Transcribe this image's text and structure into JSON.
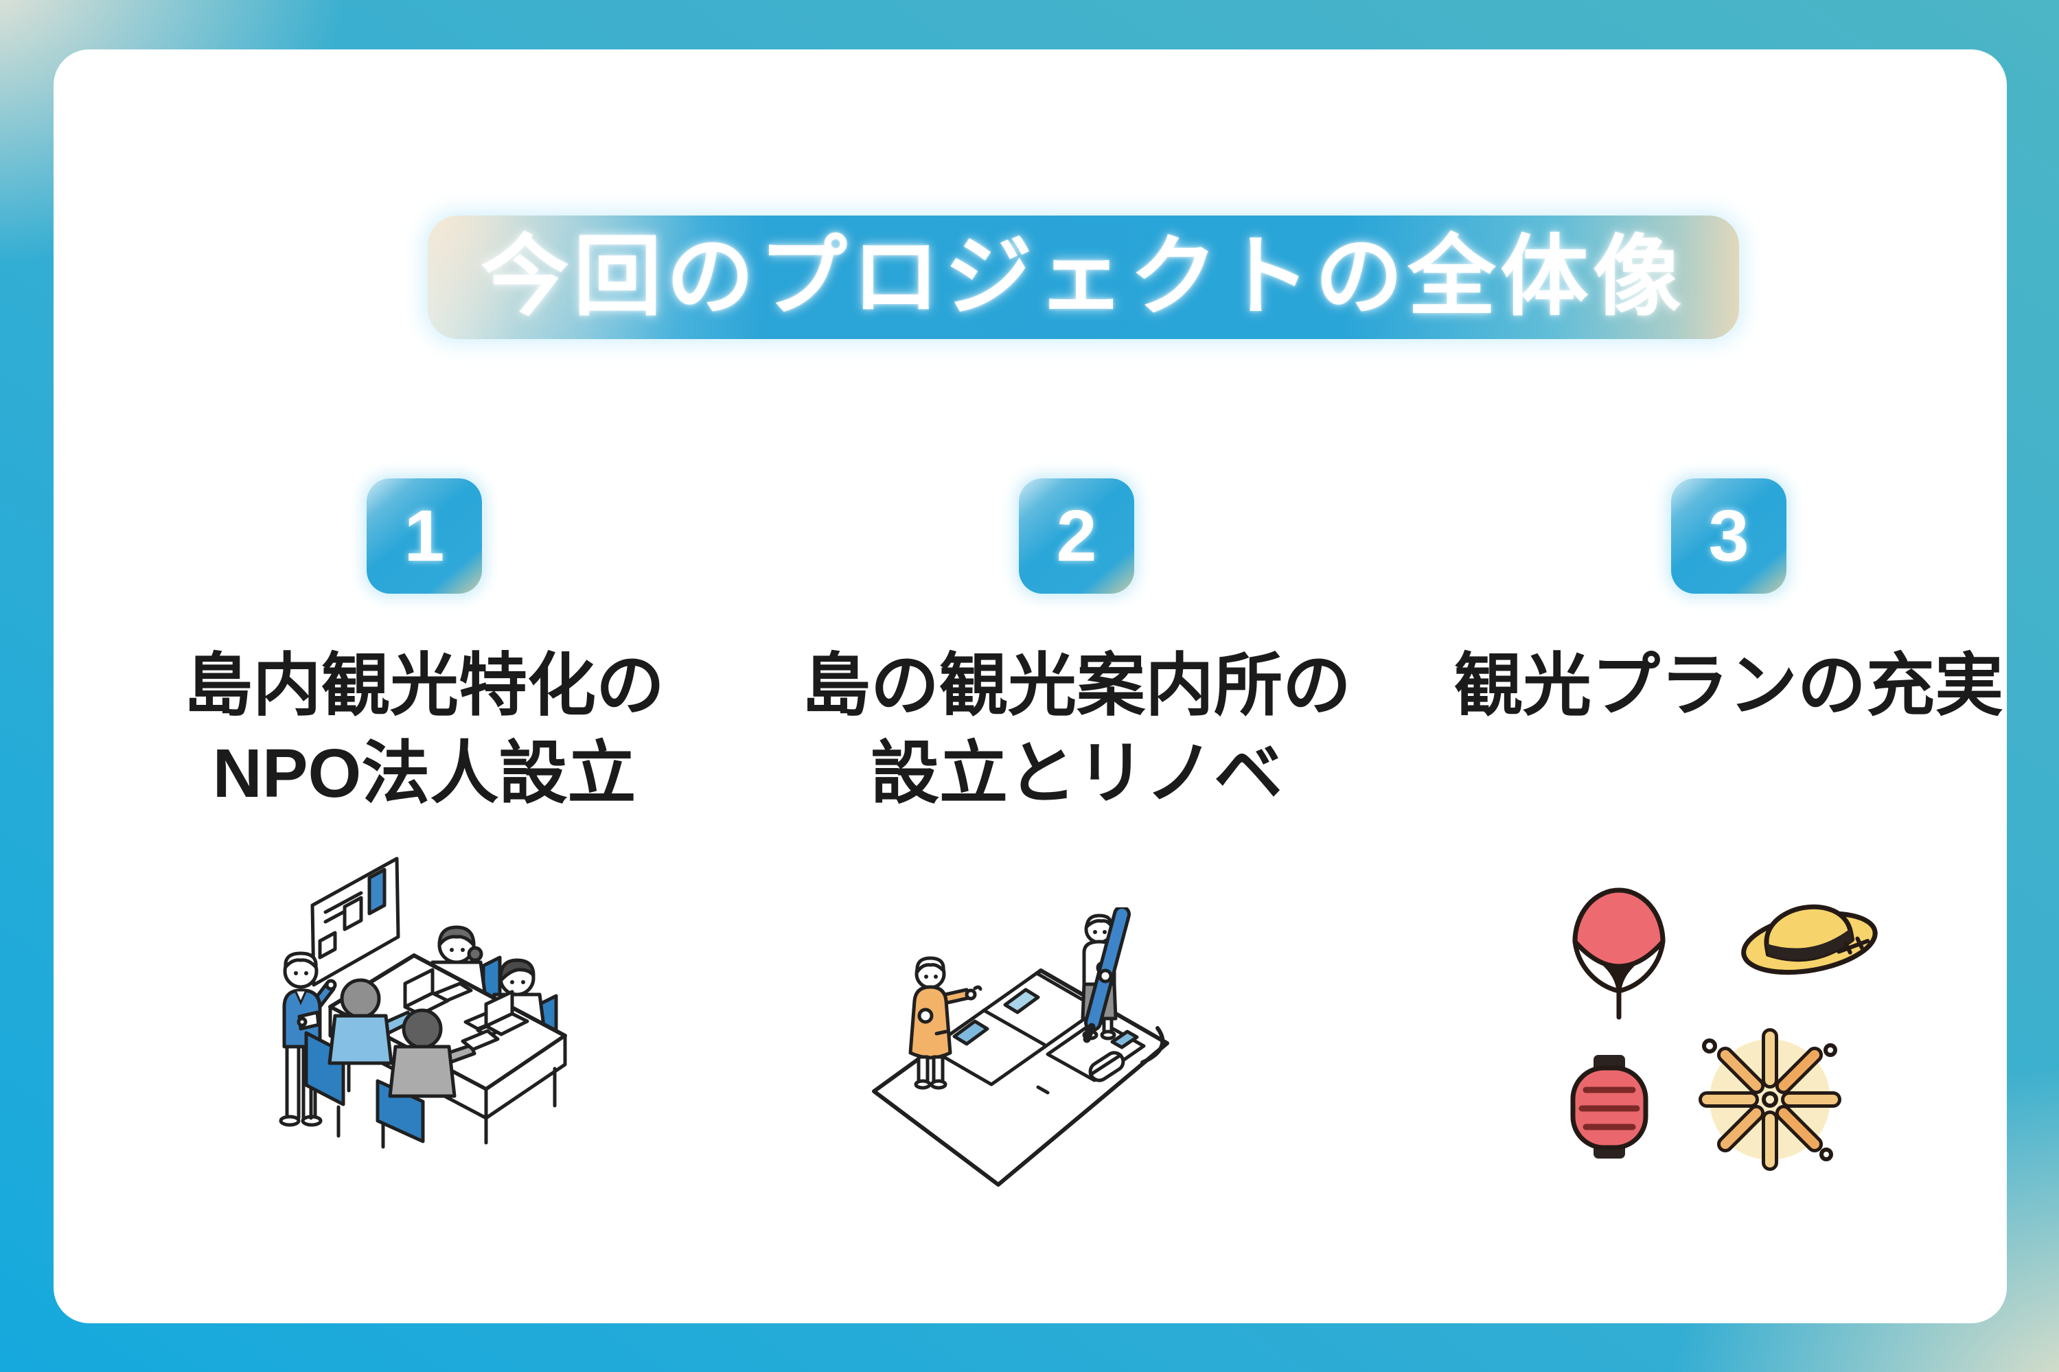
{
  "banner": {
    "title": "今回のプロジェクトの全体像"
  },
  "steps": [
    {
      "number": "1",
      "heading_line1": "島内観光特化の",
      "heading_line2": "NPO法人設立",
      "illustration": "meeting-presentation"
    },
    {
      "number": "2",
      "heading_line1": "島の観光案内所の",
      "heading_line2": "設立とリノベ",
      "illustration": "floorplan-planning"
    },
    {
      "number": "3",
      "heading_line1": "観光プランの充実",
      "heading_line2": "",
      "illustration": "festival-icons",
      "icons": [
        "uchiwa-fan-icon",
        "straw-hat-icon",
        "paper-lantern-icon",
        "firework-icon"
      ]
    }
  ],
  "colors": {
    "accent_blue": "#2aa6d8",
    "border_blue": "#16a9dd",
    "border_teal": "#4cb5c6",
    "border_peach": "#f9ead7",
    "border_beige": "#ece4c9",
    "card": "#ffffff",
    "heading_text": "#1b1b1b",
    "banner_text": "#ffffff",
    "illustration_blue": "#3d86c6",
    "illustration_lightblue": "#85bfe3",
    "chair_blue": "#2e7fc0",
    "fan_red": "#ed6a70",
    "lantern_red": "#ea686d",
    "hat_yellow": "#f6d36b",
    "firework_orange": "#efa95f",
    "coat_orange": "#f2b268"
  }
}
